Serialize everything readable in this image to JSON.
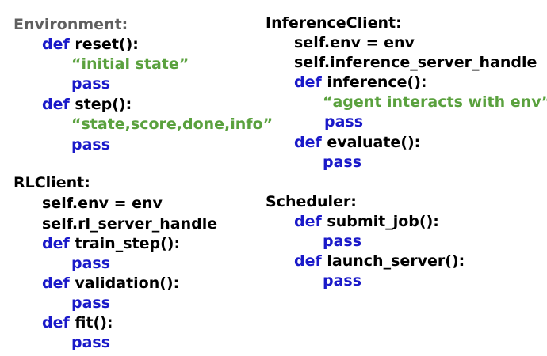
{
  "colors": {
    "keyword": "#1a19c9",
    "string": "#5aa13e",
    "class_environment": "#5f5f5f",
    "text": "#000000"
  },
  "environment": {
    "header": "Environment:",
    "reset_def": "def",
    "reset_sig": "reset():",
    "reset_str": "“initial state”",
    "reset_pass": "pass",
    "step_def": "def",
    "step_sig": "step():",
    "step_str": "“state,score,done,info”",
    "step_pass": "pass"
  },
  "rl_client": {
    "header": "RLClient:",
    "line1": "self.env = env",
    "line2": "self.rl_server_handle",
    "train_def": "def",
    "train_sig": "train_step():",
    "train_pass": "pass",
    "val_def": "def",
    "val_sig": "validation():",
    "val_pass": "pass",
    "fit_def": "def",
    "fit_sig": "fit():",
    "fit_pass": "pass"
  },
  "inference_client": {
    "header": "InferenceClient:",
    "line1": "self.env = env",
    "line2": "self.inference_server_handle",
    "inf_def": "def",
    "inf_sig": "inference():",
    "inf_str": "“agent interacts with env”",
    "inf_pass": "pass",
    "eval_def": "def",
    "eval_sig": "evaluate():",
    "eval_pass": "pass"
  },
  "scheduler": {
    "header": "Scheduler:",
    "submit_def": "def",
    "submit_sig": "submit_job():",
    "submit_pass": "pass",
    "launch_def": "def",
    "launch_sig": "launch_server():",
    "launch_pass": "pass"
  }
}
